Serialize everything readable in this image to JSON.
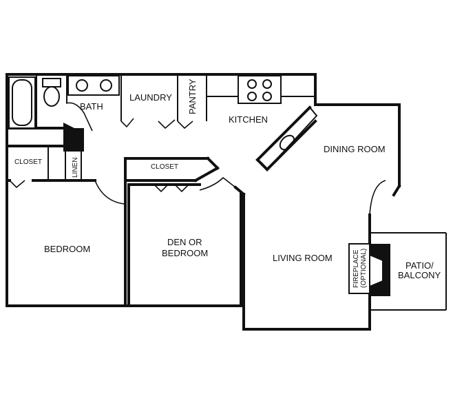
{
  "rooms": {
    "bath": "BATH",
    "laundry": "LAUNDRY",
    "pantry": "PANTRY",
    "kitchen": "KITCHEN",
    "dining_room": "DINING ROOM",
    "closet_left": "CLOSET",
    "closet_center": "CLOSET",
    "linen": "LINEN",
    "bedroom": "BEDROOM",
    "den_line1": "DEN OR",
    "den_line2": "BEDROOM",
    "living_room": "LIVING ROOM",
    "fireplace_line1": "FIREPLACE",
    "fireplace_line2": "(OPTIONAL)",
    "patio_line1": "PATIO/",
    "patio_line2": "BALCONY"
  },
  "fixtures": [
    "bathtub-icon",
    "toilet-icon",
    "double-sink-icon",
    "stove-icon",
    "kitchen-sink-icon",
    "fireplace-icon"
  ],
  "colors": {
    "wall": "#111111",
    "background": "#ffffff"
  }
}
